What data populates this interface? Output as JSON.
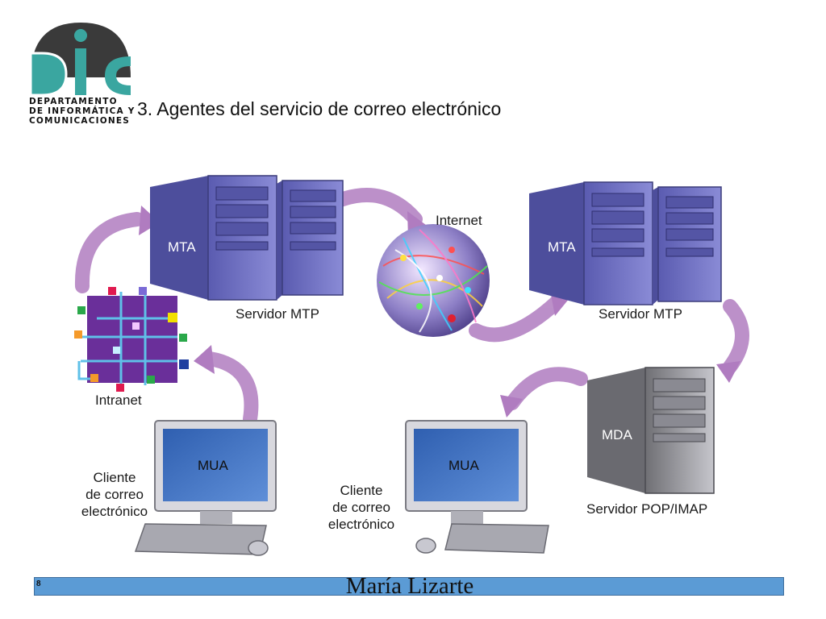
{
  "header": {
    "logo_letters": "DIC",
    "logo_lines": [
      "DEPARTAMENTO",
      "DE INFORMÁTICA Y",
      "COMUNICACIONES"
    ],
    "title": "3. Agentes del servicio de correo electrónico"
  },
  "diagram": {
    "mta_left": {
      "tag": "MTA",
      "caption": "Servidor MTP"
    },
    "internet": {
      "caption": "Internet"
    },
    "mta_right": {
      "tag": "MTA",
      "caption": "Servidor MTP"
    },
    "intranet": {
      "caption": "Intranet"
    },
    "mda": {
      "tag": "MDA",
      "caption": "Servidor POP/IMAP"
    },
    "client_left": {
      "tag": "MUA",
      "caption_lines": [
        "Cliente",
        "de correo",
        "electrónico"
      ]
    },
    "client_right": {
      "tag": "MUA",
      "caption_lines": [
        "Cliente",
        "de correo",
        "electrónico"
      ]
    }
  },
  "footer": {
    "page": "8",
    "author": "María Lizarte"
  },
  "colors": {
    "logo_dark": "#3a3a3a",
    "logo_teal": "#3aa6a0",
    "server": "#6e6fc0",
    "arrow": "#b07cc0",
    "footer_bar": "#5b9bd5",
    "screen": "#2f5fb0"
  }
}
